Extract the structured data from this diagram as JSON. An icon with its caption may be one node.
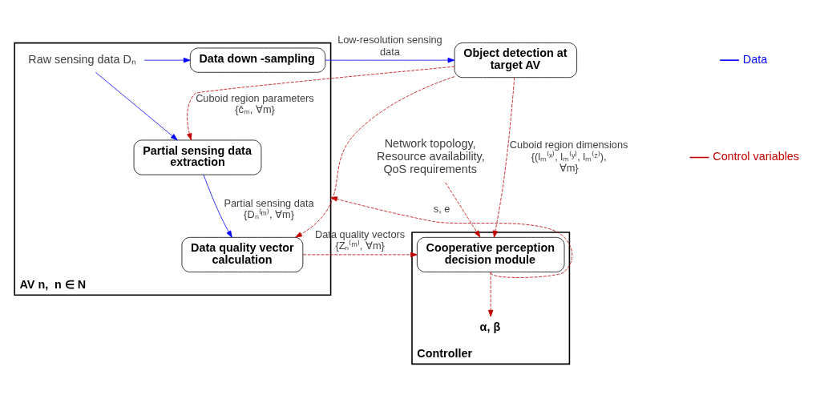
{
  "diagram": {
    "nodes": [
      {
        "text": [
          "Object detection at target AV"
        ]
      },
      {
        "text": [
          "Controller"
        ]
      },
      {
        "text": [
          "Cooperative perception decision module"
        ],
        "in": 1
      },
      {
        "text": [
          "AV n,  n ∈ N"
        ]
      },
      {
        "text": [
          "Data down -sampling"
        ],
        "in": 3
      },
      {
        "text": [
          "Raw sensing data Dₙ"
        ],
        "in": 3
      },
      {
        "text": [
          "Partial sensing data extraction"
        ],
        "in": 3
      },
      {
        "text": [
          "Data quality vector calculation"
        ],
        "in": 3
      },
      {
        "text": [
          "Network topology, Resource availability, QoS requirements"
        ]
      },
      {
        "text": [
          "α, β"
        ],
        "in": 1
      }
    ],
    "edges": [
      {
        "from": 4,
        "to": 0,
        "arrow": "to",
        "label": "Low-resolution sensing data",
        "color": "#0000ff"
      },
      {
        "from": 5,
        "to": 4,
        "arrow": "to",
        "color": "#0000ff"
      },
      {
        "from": 5,
        "to": 6,
        "arrow": "to",
        "color": "#0000ff"
      },
      {
        "from": 0,
        "to": 6,
        "arrow": "to",
        "style": "dashed",
        "label": "Cuboid region parameters {ĉₘ, ∀m}"
      },
      {
        "from": 0,
        "to": 7,
        "arrow": "to",
        "style": "dashed"
      },
      {
        "from": 0,
        "to": 2,
        "arrow": "to",
        "style": "dashed",
        "label": "Cuboid region dimensions {(lₘ⁽ˣ⁾, lₘ⁽ʸ⁾, lₘ⁽ᶻ⁾), ∀m}"
      },
      {
        "from": 8,
        "to": 2,
        "arrow": "to",
        "style": "dashed"
      },
      {
        "from": 6,
        "to": 7,
        "arrow": "to",
        "label": "Partial sensing data {Dₙ⁽ᵐ⁾, ∀m}",
        "color": "#0000ff"
      },
      {
        "from": 7,
        "to": 2,
        "arrow": "to",
        "style": "dashed",
        "label": "Data quality vectors {Zₙ⁽ᵐ⁾, ∀m}"
      },
      {
        "from": 2,
        "to": 9,
        "arrow": "to",
        "style": "dashed"
      },
      {
        "from": 2,
        "to": 3,
        "arrow": "to",
        "style": "dashed",
        "label": "s, e"
      }
    ],
    "legend": [
      {
        "text": "Data"
      },
      {
        "text": "Control variables"
      }
    ]
  }
}
